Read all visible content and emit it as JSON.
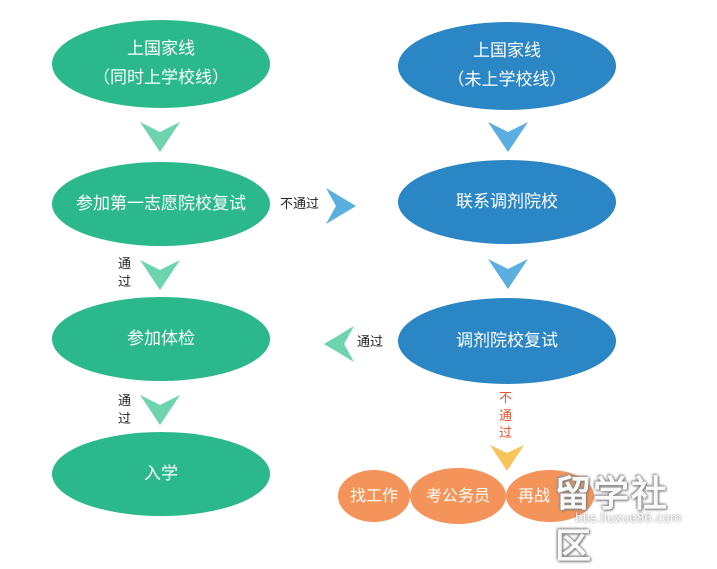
{
  "colors": {
    "green": "#2bb88a",
    "blue": "#2a86c5",
    "orange": "#f4935a",
    "arrow_green": "#6dd4ae",
    "arrow_blue": "#5aaee0",
    "arrow_yellow": "#f8c55a"
  },
  "left": {
    "start": {
      "line1": "上国家线",
      "line2": "（同时上学校线）"
    },
    "first_choice": "参加第一志愿院校复试",
    "checkup": "参加体检",
    "enroll": "入学"
  },
  "right": {
    "start": {
      "line1": "上国家线",
      "line2": "（未上学校线）"
    },
    "adjust": "联系调剂院校",
    "adjust_retest": "调剂院校复试"
  },
  "labels": {
    "not_pass": "不通过",
    "pass": "通过",
    "pass_v1": [
      "通",
      "过"
    ],
    "pass_v2": [
      "通",
      "过"
    ],
    "not_pass_v": [
      "不",
      "通",
      "过"
    ]
  },
  "outcomes": [
    "找工作",
    "考公务员",
    "再战"
  ],
  "watermark": {
    "main": "留学社区",
    "url": "bbs.liuxue86.com"
  }
}
